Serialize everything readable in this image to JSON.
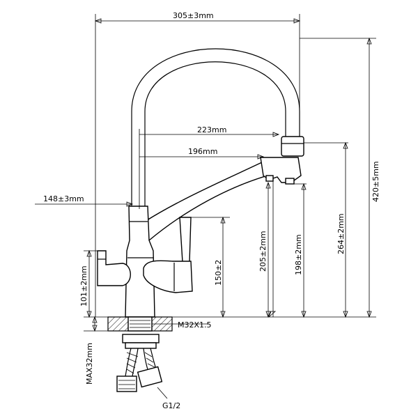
{
  "dimensions": {
    "total_width": "305±3mm",
    "spout_reach": "223mm",
    "filter_spout_reach": "196mm",
    "body_offset": "148±3mm",
    "total_height": "420±5mm",
    "spout_outlet_height": "264±2mm",
    "filter_outlet_height_a": "205±2mm",
    "filter_outlet_height_b": "198±2mm",
    "lever_height": "150±2",
    "side_lever_height": "101±2mm",
    "mount_thickness": "MAX32mm"
  },
  "labels": {
    "thread": "M32X1.5",
    "hose_thread": "G1/2"
  },
  "colors": {
    "line": "#000000",
    "background": "#ffffff"
  }
}
